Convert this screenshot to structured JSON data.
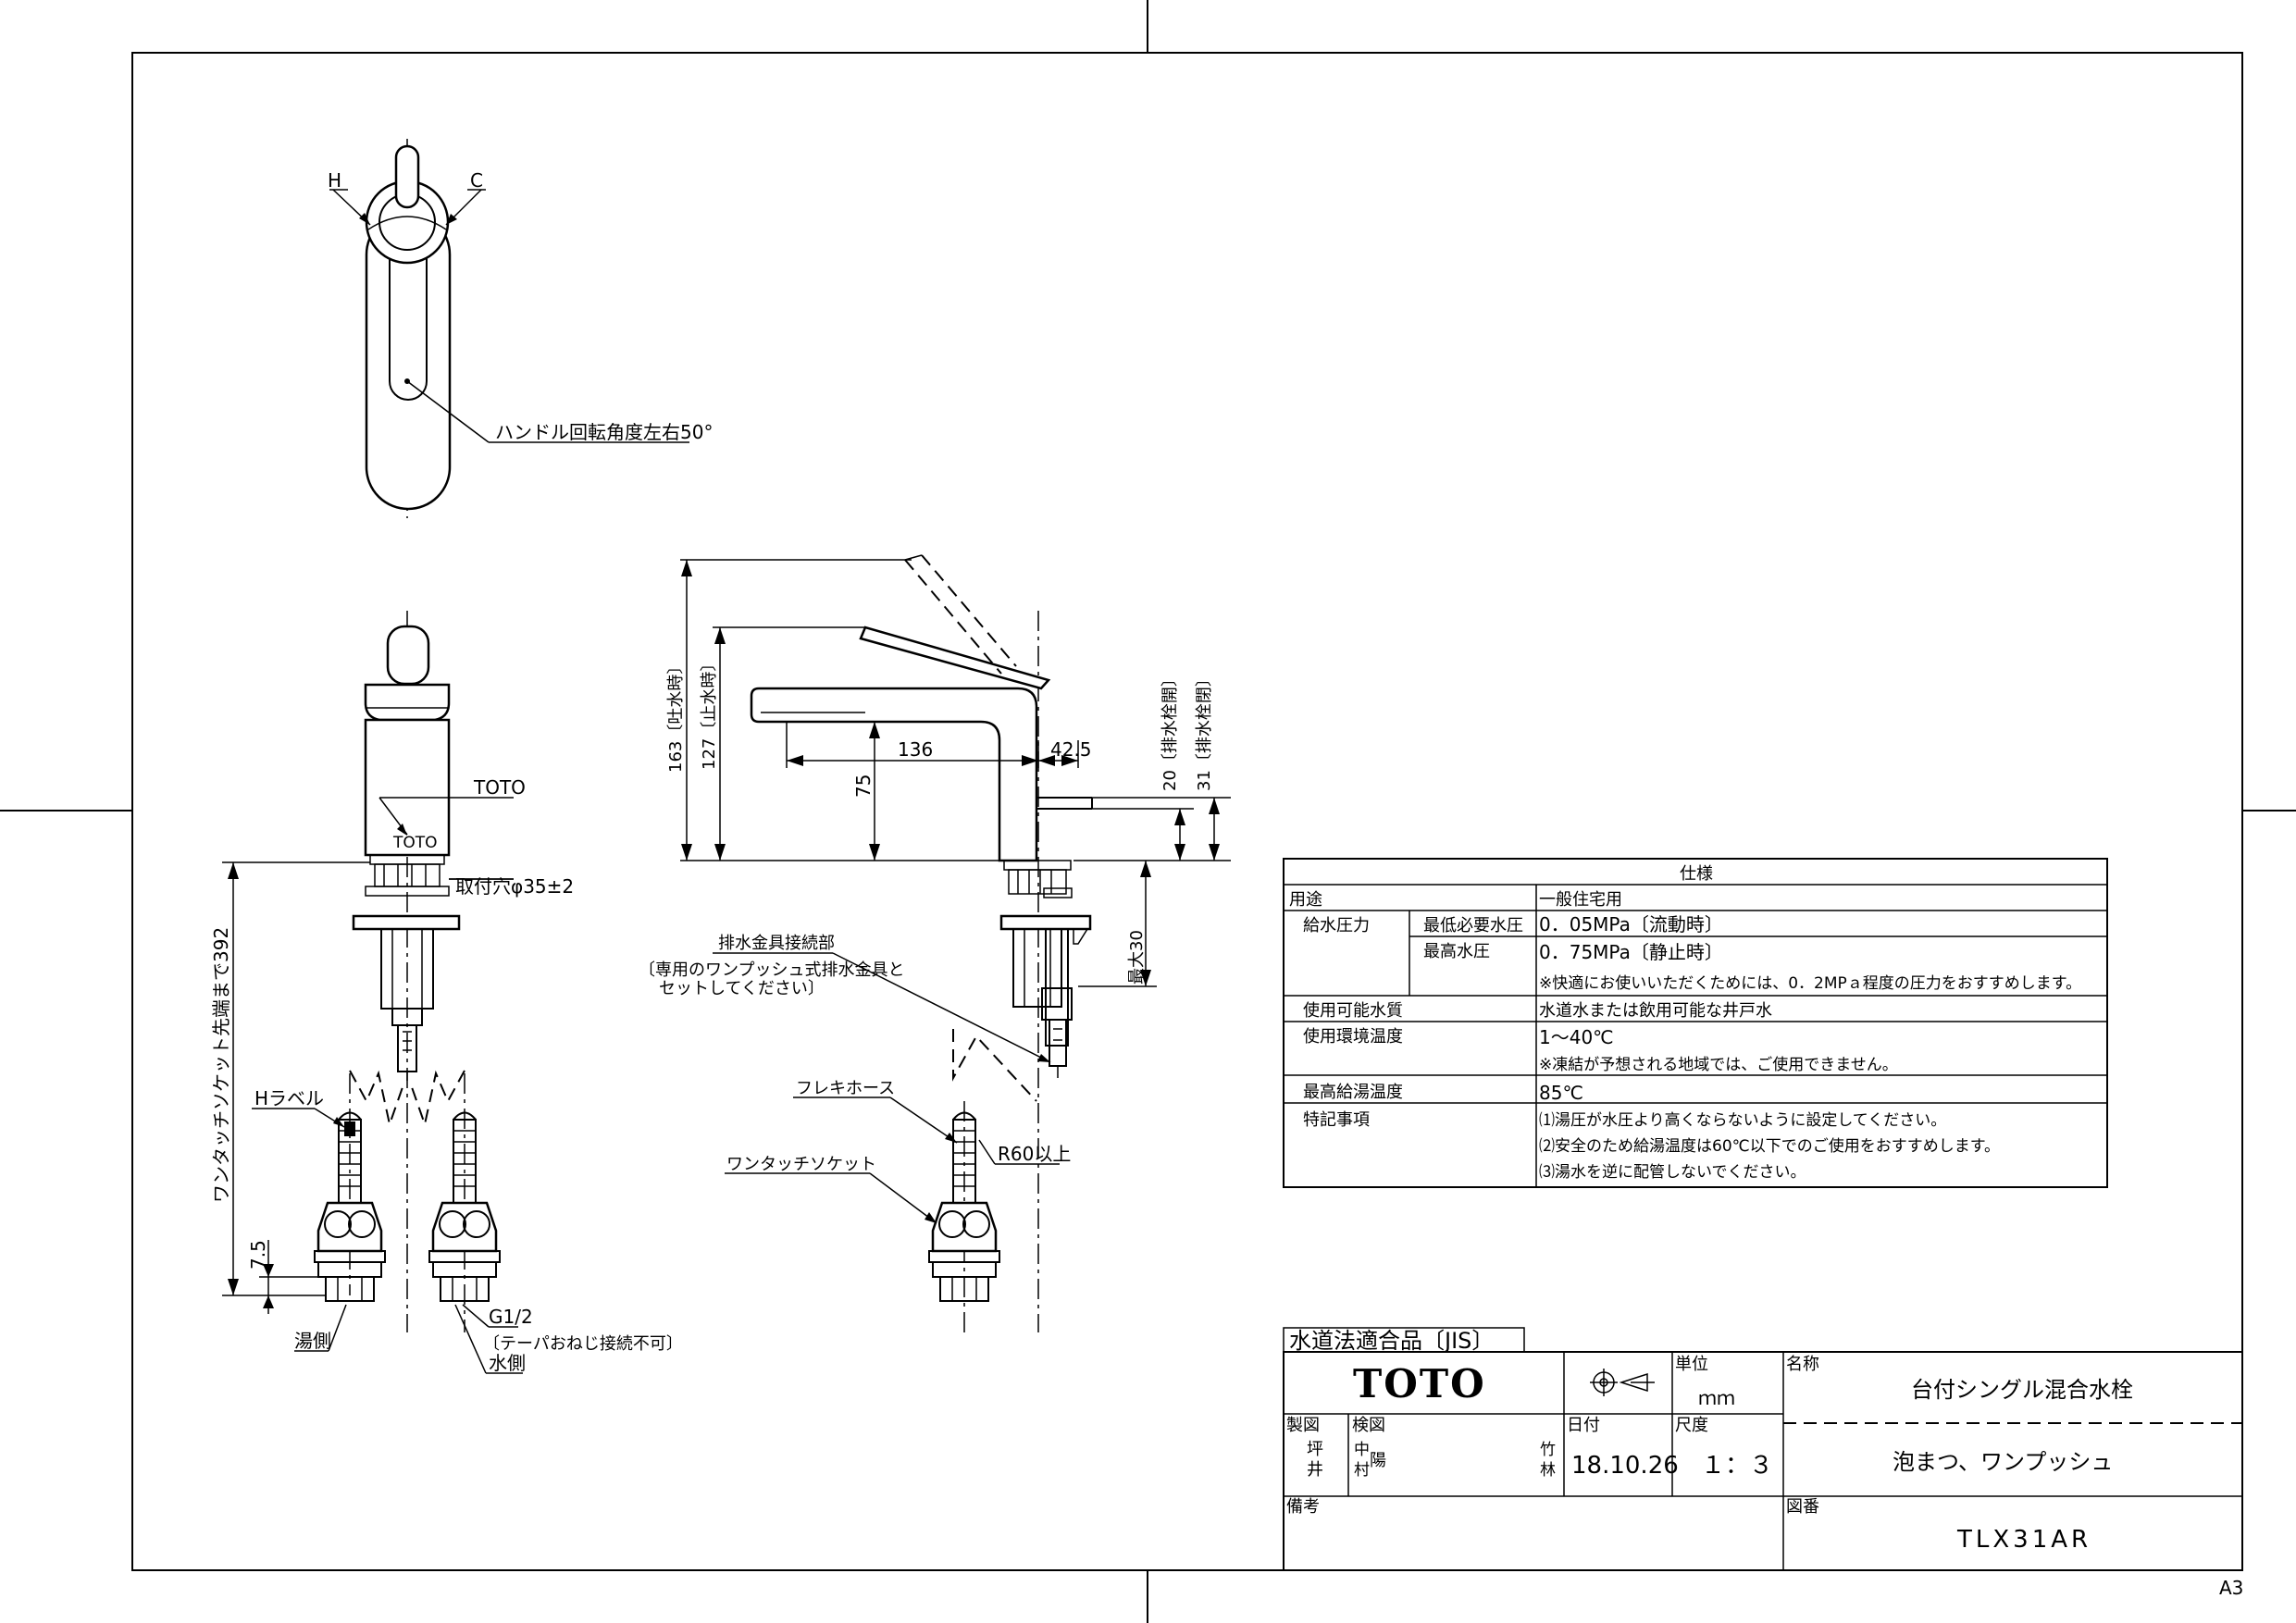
{
  "labels": {
    "handle_h": "H",
    "handle_c": "C",
    "handle_rotation": "ハンドル回転角度左右50°",
    "toto_mark": "TOTO",
    "toto_small": "TOTO",
    "mount_hole": "取付穴φ35±2",
    "socket_length": "ワンタッチソケット先端まで392",
    "h_label": "Hラベル",
    "dim_7_5": "7.5",
    "hot_side": "湯側",
    "g12": "G1/2",
    "taper_note": "〔テーパおねじ接続不可〕",
    "cold_side": "水側",
    "drain_connect": "排水金具接続部",
    "drain_note_1": "〔専用のワンプッシュ式排水金具と",
    "drain_note_2": "セットしてください〕",
    "flexi_hose": "フレキホース",
    "one_touch_socket": "ワンタッチソケット",
    "r60": "R60以上",
    "dim_163": "163〔吐水時〕",
    "dim_127": "127〔止水時〕",
    "dim_136": "136",
    "dim_42_5": "42.5",
    "dim_75": "75",
    "dim_20": "20〔排水栓開〕",
    "dim_31": "31〔排水栓閉〕",
    "dim_max30": "最大30",
    "sheet_size": "A3"
  },
  "spec": {
    "title": "仕様",
    "rows": {
      "use_label": "用途",
      "use_value": "一般住宅用",
      "pressure_label": "給水圧力",
      "min_label": "最低必要水圧",
      "min_value": "0．05MPa〔流動時〕",
      "max_label": "最高水圧",
      "max_value": "0．75MPa〔静止時〕",
      "pressure_note": "※快適にお使いいただくためには、0．2MPａ程度の圧力をおすすめします。",
      "water_label": "使用可能水質",
      "water_value": "水道水または飲用可能な井戸水",
      "temp_label": "使用環境温度",
      "temp_value": "1～40℃",
      "temp_note": "※凍結が予想される地域では、ご使用できません。",
      "hot_label": "最高給湯温度",
      "hot_value": "85℃",
      "notes_label": "特記事項",
      "note1": "⑴湯圧が水圧より高くならないように設定してください。",
      "note2": "⑵安全のため給湯温度は60℃以下でのご使用をおすすめします。",
      "note3": "⑶湯水を逆に配管しないでください。"
    }
  },
  "title_block": {
    "jis": "水道法適合品〔JIS〕",
    "brand": "TOTO",
    "unit_label": "単位",
    "unit_value": "ｍｍ",
    "name_label": "名称",
    "name_value": "台付シングル混合水栓",
    "subname_value": "泡まつ、ワンプッシュ",
    "drawn_label": "製図",
    "drawn_1": "坪",
    "drawn_2": "井",
    "check_label": "検図",
    "check_1": "中",
    "check_2": "村",
    "check_3": "陽",
    "check_4": "竹",
    "check_5": "林",
    "date_label": "日付",
    "date_value": "18.10.26",
    "scale_label": "尺度",
    "scale_value": "１：３",
    "remarks_label": "備考",
    "drawing_no_label": "図番",
    "drawing_no_value": "TLX31AR"
  }
}
